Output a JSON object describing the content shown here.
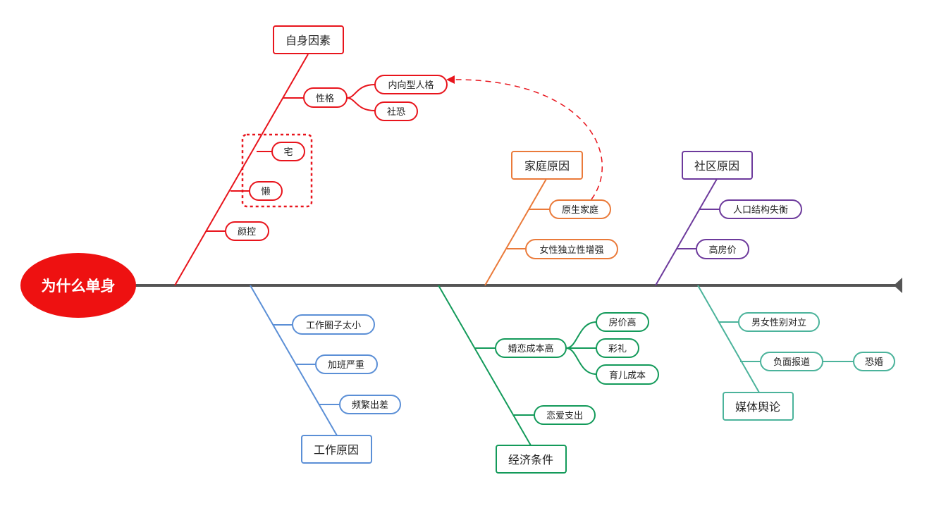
{
  "root": {
    "label": "为什么单身",
    "color": "#ee1111"
  },
  "spine_color": "#555555",
  "categories": {
    "self": {
      "label": "自身因素",
      "color": "#e8141c",
      "items": {
        "personality": "性格",
        "introvert": "内向型人格",
        "social_anxiety": "社恐",
        "homebody": "宅",
        "lazy": "懒",
        "looks": "颜控"
      }
    },
    "family": {
      "label": "家庭原因",
      "color": "#ea7a3a",
      "items": {
        "origin_family": "原生家庭",
        "female_independence": "女性独立性增强"
      }
    },
    "social": {
      "label": "社区原因",
      "color": "#6d3a9c",
      "items": {
        "demographic": "人口结构失衡",
        "housing": "高房价"
      }
    },
    "work": {
      "label": "工作原因",
      "color": "#5b8fd6",
      "items": {
        "small_circle": "工作圈子太小",
        "overtime": "加班严重",
        "travel": "频繁出差"
      }
    },
    "economy": {
      "label": "经济条件",
      "color": "#139a5a",
      "items": {
        "marriage_cost": "婚恋成本高",
        "house_price": "房价高",
        "bride_price": "彩礼",
        "child_cost": "育儿成本",
        "dating_cost": "恋爱支出"
      }
    },
    "media": {
      "label": "媒体舆论",
      "color": "#4bb39b",
      "items": {
        "gender_opposition": "男女性别对立",
        "negative_reports": "负面报道",
        "marriage_fear": "恐婚"
      }
    }
  }
}
